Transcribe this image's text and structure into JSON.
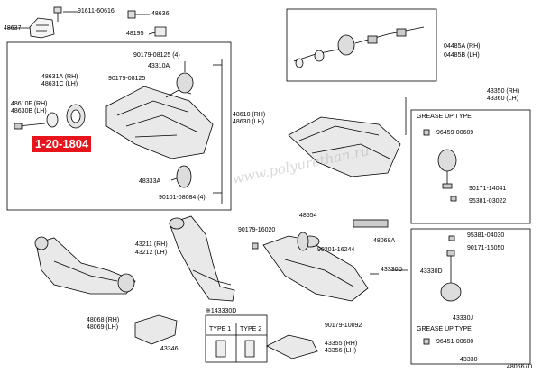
{
  "highlight_label": "1-20-1804",
  "watermark": "www.polyurethan.ru",
  "diagram_number": "480667D",
  "labels": {
    "p91611": "91611-60616",
    "p48636": "48636",
    "p48637": "48637",
    "p48195": "48195",
    "p90179_08125_4": "90179-08125 (4)",
    "p43310a": "43310A",
    "p48631a": "48631A (RH)",
    "p48631c": "48631C (LH)",
    "p90179_08125": "90179-08125",
    "p48610f": "48610F (RH)",
    "p48630b": "48630B (LH)",
    "p48610": "48610 (RH)",
    "p48630": "48630 (LH)",
    "p48333a": "48333A",
    "p90101": "90101-08084 (4)",
    "p04485a": "04485A (RH)",
    "p04485b": "04485B (LH)",
    "p43350": "43350 (RH)",
    "p43360": "43360 (LH)",
    "grease_up_type_1": "GREASE UP TYPE",
    "p96459": "96459-00609",
    "p90171_14041": "90171-14041",
    "p95381_03022": "95381-03022",
    "p48654": "48654",
    "p90179_16020": "90179-16020",
    "p90201": "90201-16244",
    "p48068a": "48068A",
    "p43211": "43211 (RH)",
    "p43212": "43212 (LH)",
    "p43330d_a": "43330D",
    "p95381_04030": "95381-04030",
    "p90171_16050": "90171-16050",
    "p43330d_b": "43330D",
    "p48068": "48068 (RH)",
    "p48069": "48069 (LH)",
    "p43330d_c": "※143330D",
    "type1": "TYPE 1",
    "type2": "TYPE 2",
    "p43330j": "43330J",
    "grease_up_type_2": "GREASE UP TYPE",
    "p96451": "96451-00600",
    "p90179_10092": "90179-10092",
    "p43346": "43346",
    "p43355": "43355 (RH)",
    "p43356": "43356 (LH)",
    "p43330": "43330"
  },
  "colors": {
    "highlight": "#e8141b",
    "line": "#000000"
  }
}
